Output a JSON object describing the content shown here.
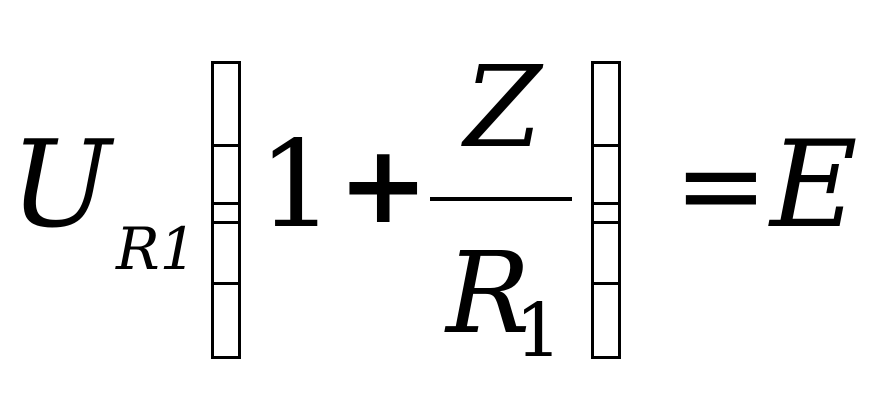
{
  "equation": {
    "u": "U",
    "u_subscript": "R1",
    "one": "1",
    "plus": "+",
    "numerator": "Z",
    "denominator_main": "R",
    "denominator_sub": "1",
    "equals": "=",
    "rhs": "E"
  },
  "colors": {
    "text": "#000000",
    "background": "#ffffff"
  }
}
